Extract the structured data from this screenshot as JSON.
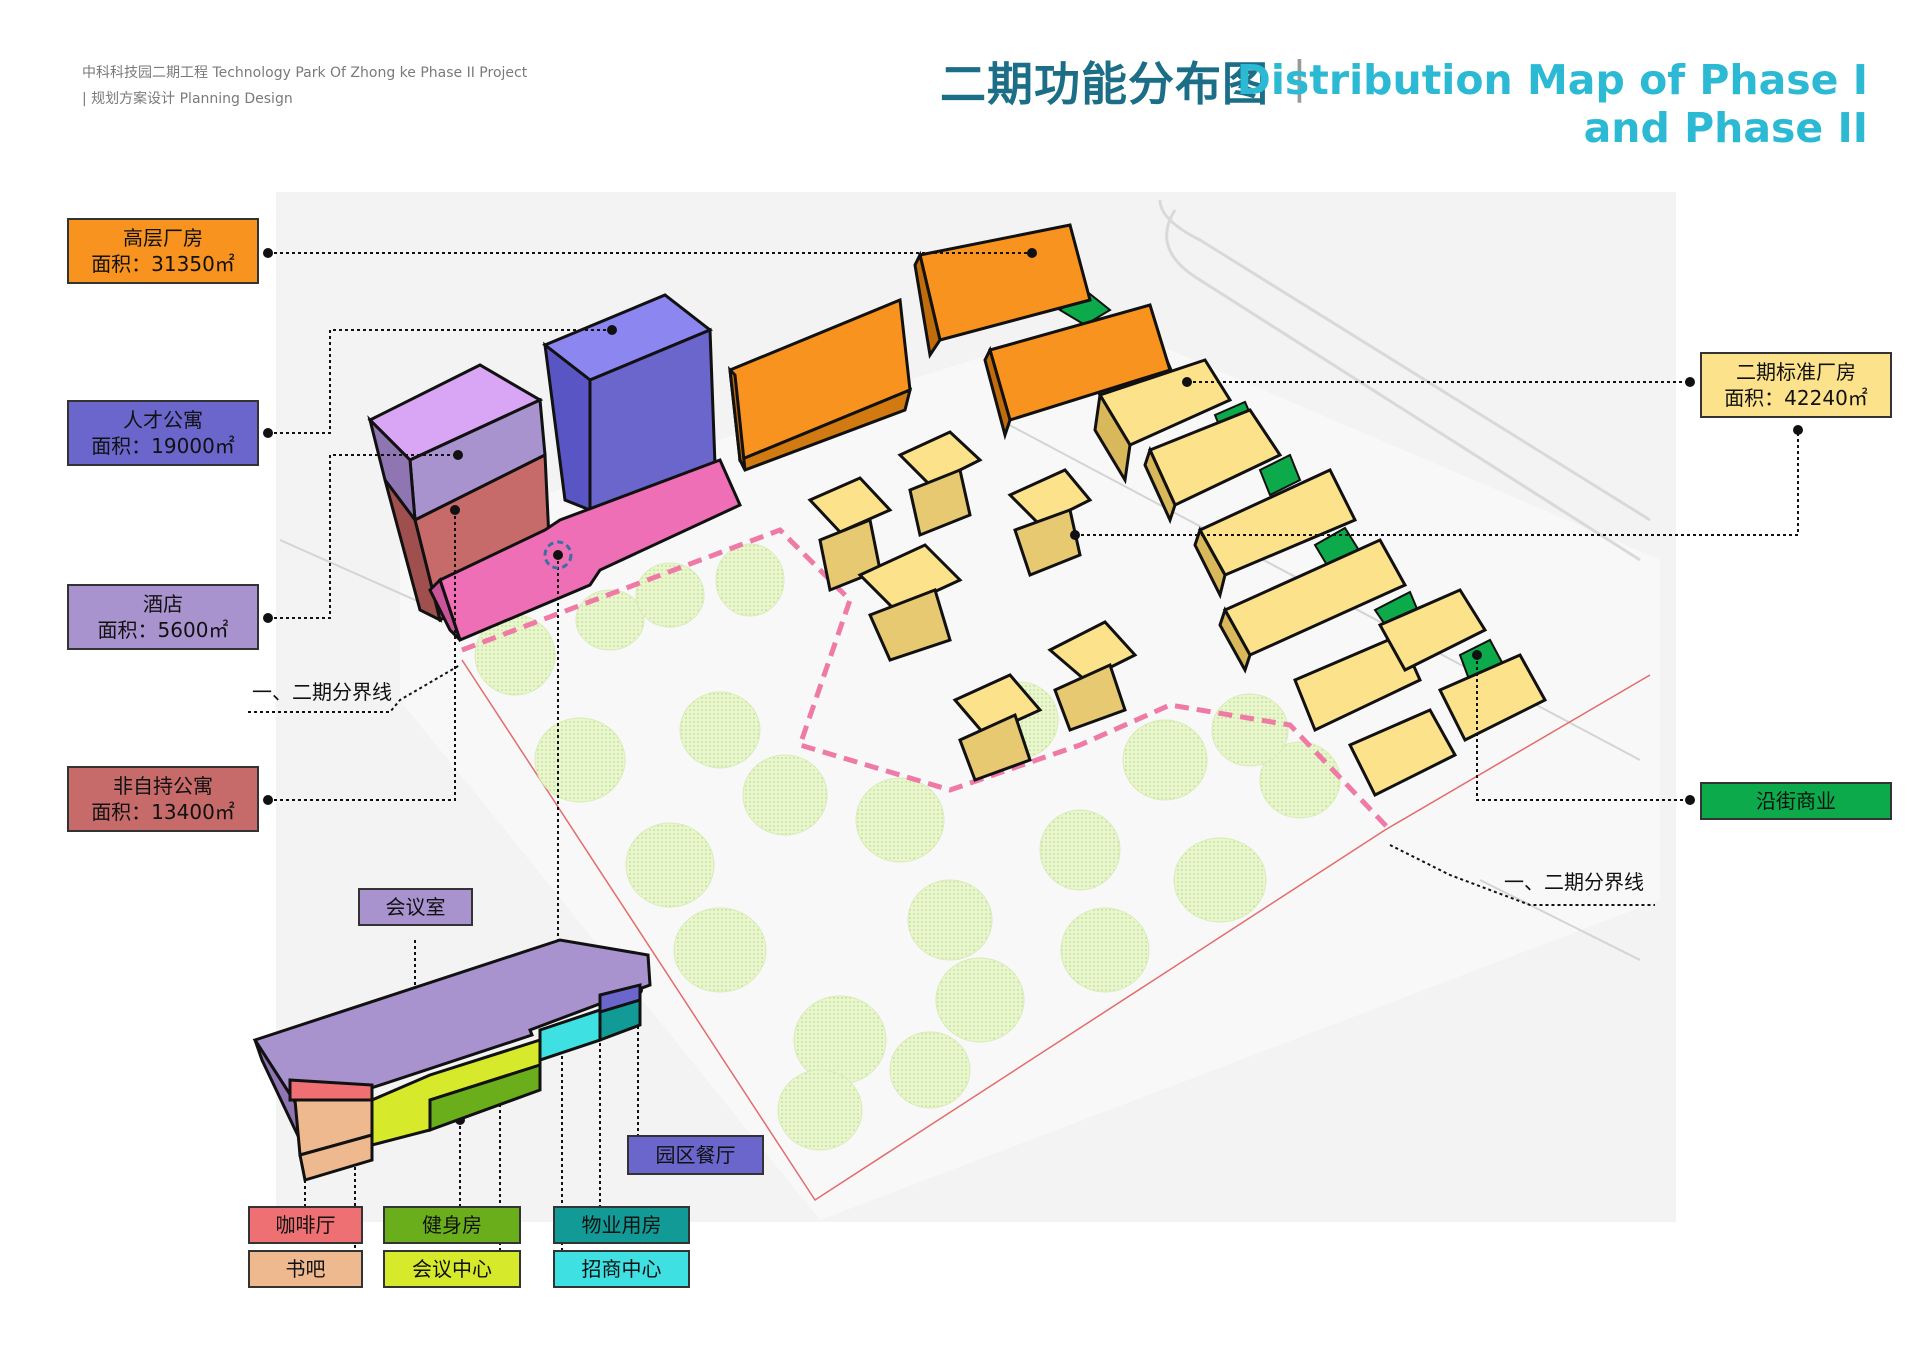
{
  "header": {
    "project_line": "中科科技园二期工程 Technology Park Of Zhong ke Phase II Project",
    "planning_line": "| 规划方案设计 Planning Design",
    "title_cn": "二期功能分布图",
    "title_sep": "|",
    "title_en_line1": "Distribution Map of Phase I",
    "title_en_line2": "and Phase II"
  },
  "legend": {
    "high_rise_factory": {
      "name": "高层厂房",
      "area": "面积：31350㎡",
      "color": "#f7931e"
    },
    "talent_apartment": {
      "name": "人才公寓",
      "area": "面积：19000㎡",
      "color": "#6a66cc"
    },
    "hotel": {
      "name": "酒店",
      "area": "面积：5600㎡",
      "color": "#a993cf"
    },
    "non_owned_apartment": {
      "name": "非自持公寓",
      "area": "面积：13400㎡",
      "color": "#c66a6a"
    },
    "phase2_standard_factory": {
      "name": "二期标准厂房",
      "area": "面积：42240㎡",
      "color": "#fde28c"
    },
    "street_commercial": {
      "name": "沿街商业",
      "color": "#0caa4a"
    }
  },
  "boundary_labels": {
    "left": "一、二期分界线",
    "right": "一、二期分界线"
  },
  "detail_labels": {
    "meeting_room": {
      "name": "会议室",
      "color": "#a993cf"
    },
    "park_canteen": {
      "name": "园区餐厅",
      "color": "#6a66cc"
    },
    "cafe": {
      "name": "咖啡厅",
      "color": "#ef7073"
    },
    "book_bar": {
      "name": "书吧",
      "color": "#efb98f"
    },
    "gym": {
      "name": "健身房",
      "color": "#6aae1c"
    },
    "conference_center": {
      "name": "会议中心",
      "color": "#d6e92a"
    },
    "property_room": {
      "name": "物业用房",
      "color": "#129b96"
    },
    "investment_center": {
      "name": "招商中心",
      "color": "#3fe0e2"
    }
  }
}
